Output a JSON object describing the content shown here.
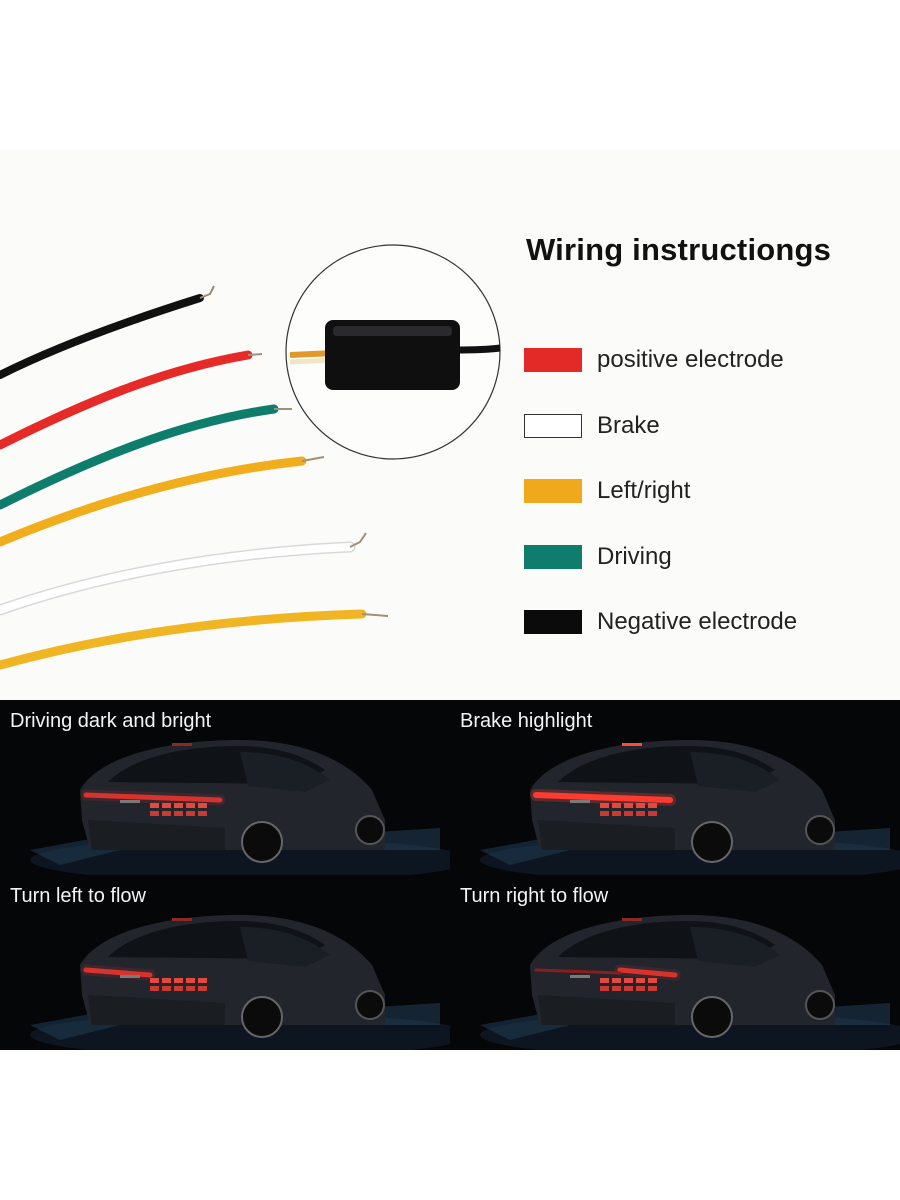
{
  "title": "Wiring instructiongs",
  "legend": [
    {
      "label": "positive electrode",
      "color": "#e42a26",
      "wire": "red-wire"
    },
    {
      "label": "Brake",
      "color": "#ffffff",
      "wire": "white-wire"
    },
    {
      "label": "Left/right",
      "color": "#f0a81c",
      "wire": "yellow-wire"
    },
    {
      "label": "Driving",
      "color": "#0f7d6c",
      "wire": "teal-wire"
    },
    {
      "label": "Negative electrode",
      "color": "#0b0b0b",
      "wire": "black-wire"
    }
  ],
  "panels": [
    {
      "label": "Driving dark and bright",
      "light": "full"
    },
    {
      "label": "Brake highlight",
      "light": "bright"
    },
    {
      "label": "Turn left to flow",
      "light": "left"
    },
    {
      "label": "Turn right to flow",
      "light": "right"
    }
  ]
}
